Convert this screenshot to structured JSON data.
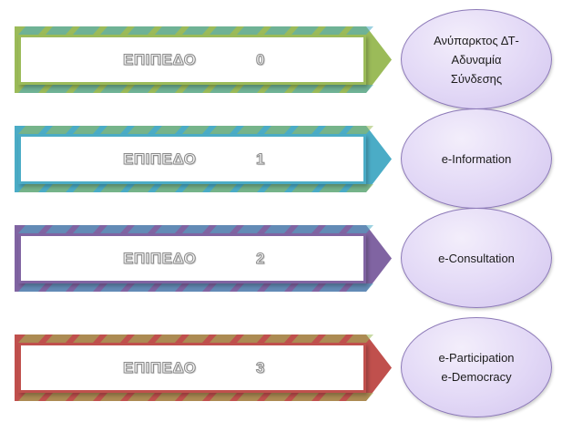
{
  "diagram": {
    "levels": [
      {
        "label": "ΕΠΙΠΕΔΟ",
        "number": "0",
        "color": "#9bbb59",
        "stripe_color": "#4bacc6",
        "description_lines": [
          "Ανύπαρκτος ΔΤ-",
          "Αδυναμία",
          "Σύνδεσης"
        ]
      },
      {
        "label": "ΕΠΙΠΕΔΟ",
        "number": "1",
        "color": "#4bacc6",
        "stripe_color": "#9bbb59",
        "description_lines": [
          "e-Information"
        ]
      },
      {
        "label": "ΕΠΙΠΕΔΟ",
        "number": "2",
        "color": "#8064a2",
        "stripe_color": "#4bacc6",
        "description_lines": [
          "e-Consultation"
        ]
      },
      {
        "label": "ΕΠΙΠΕΔΟ",
        "number": "3",
        "color": "#c0504d",
        "stripe_color": "#9bbb59",
        "description_lines": [
          "e-Participation",
          "e-Democracy"
        ]
      }
    ]
  }
}
